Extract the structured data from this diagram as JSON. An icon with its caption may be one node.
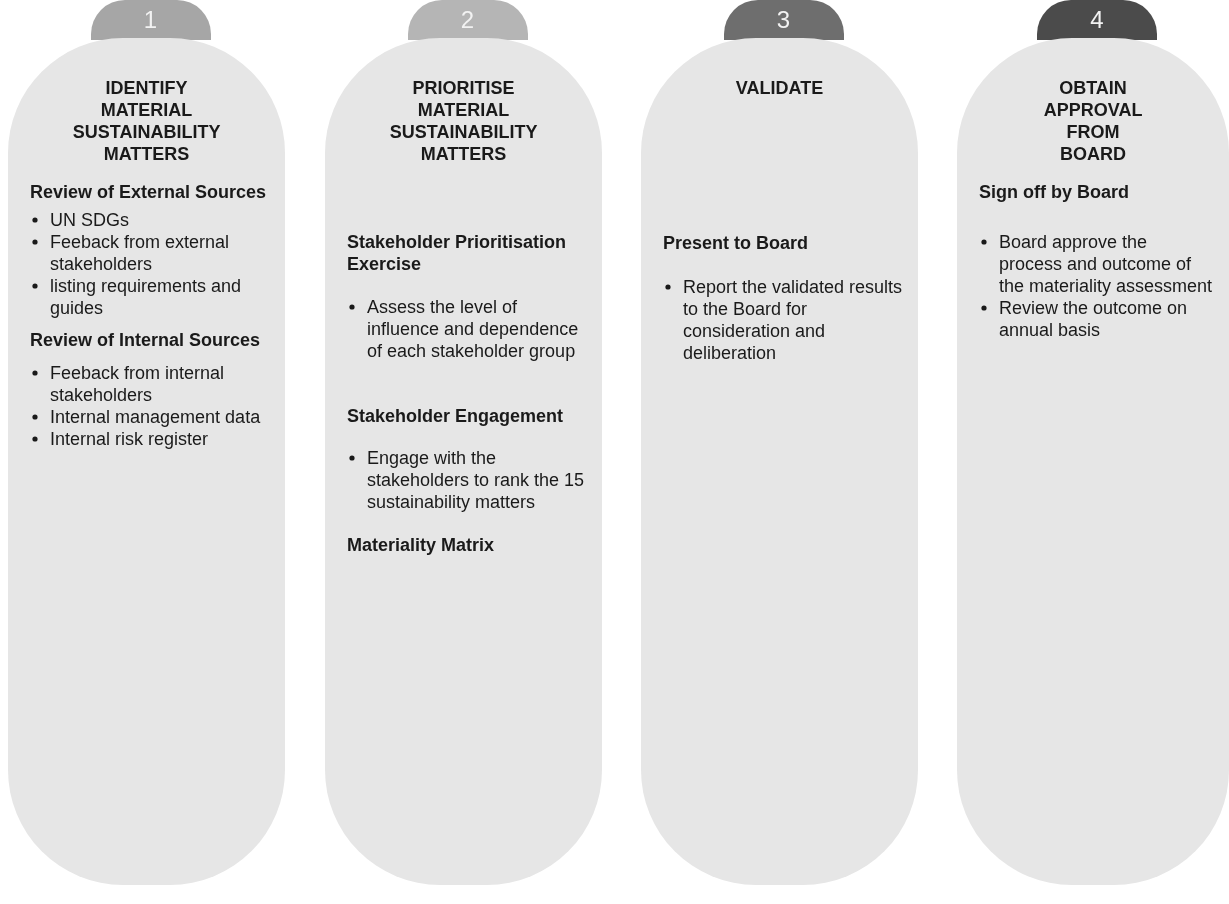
{
  "diagram": {
    "nodes": [
      {
        "text": [
          "1"
        ]
      },
      {
        "text": [
          "IDENTIFY MATERIAL SUSTAINABILITY MATTERS"
        ]
      },
      {
        "text": [
          "Review of External Sources",
          "UN SDGs",
          "Feeback from external stakeholders",
          "listing requirements and guides"
        ],
        "in": 1
      },
      {
        "text": [
          "Review of Internal Sources",
          "Feeback from internal stakeholders",
          "Internal management data",
          "Internal risk register"
        ],
        "in": 1
      },
      {
        "text": [
          "2"
        ]
      },
      {
        "text": [
          "PRIORITISE MATERIAL SUSTAINABILITY MATTERS"
        ]
      },
      {
        "text": [
          "Stakeholder Prioritisation Exercise",
          "Assess the level of influence and dependence of each stakeholder group"
        ],
        "in": 5
      },
      {
        "text": [
          "Stakeholder Engagement",
          "Engage with the stakeholders to rank the 15 sustainability matters"
        ],
        "in": 5
      },
      {
        "text": [
          "Materiality Matrix"
        ],
        "in": 5
      },
      {
        "text": [
          "3"
        ]
      },
      {
        "text": [
          "VALIDATE"
        ]
      },
      {
        "text": [
          "Present to Board",
          "Report the validated results to the Board for consideration and deliberation"
        ],
        "in": 10
      },
      {
        "text": [
          "4"
        ]
      },
      {
        "text": [
          "OBTAIN APPROVAL FROM BOARD"
        ]
      },
      {
        "text": [
          "Sign off by Board",
          "Board approve the process and outcome of the materiality assessment",
          "Review the outcome on annual basis"
        ],
        "in": 13
      }
    ]
  }
}
